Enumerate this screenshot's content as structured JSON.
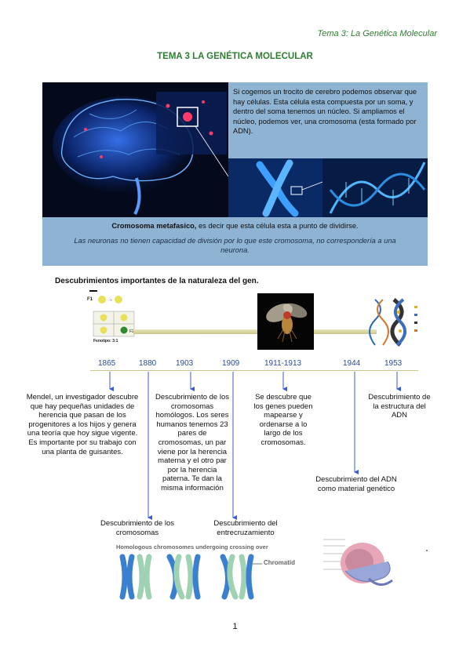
{
  "header": "Tema 3: La Genética Molecular",
  "title": "TEMA 3 LA GENÉTICA MOLECULAR",
  "intro_text": "Si cogemos un trocito de cerebro podemos observar que hay células. Esta célula esta compuesta por un soma, y dentro del soma tenemos un núcleo. Si ampliamos el núcleo, podemos ver, una cromosoma (esta formado por ADN).",
  "metaphase": {
    "term": "Cromosoma metafasico,",
    "rest": " es decir que esta célula esta a punto de dividirse."
  },
  "neuron_note": "Las neuronas no tienen capacidad de división por lo que este cromosoma, no correspondería a una neurona.",
  "section_title": "Descubrimientos importantes de la naturaleza del gen.",
  "punnett": {
    "f1": "F1",
    "f2": "F2",
    "phenotype": "Fenotipo: 3:1"
  },
  "timeline": {
    "years": [
      "1865",
      "1880",
      "1903",
      "1909",
      "1911-1913",
      "1944",
      "1953"
    ],
    "events": {
      "1865": "Mendel, un investigador descubre que hay pequeñas unidades de herencia que pasan de los progenitores a los hijos y genera una teoría que hoy sigue vigente. Es importante por su trabajo con una planta de guisantes.",
      "1880": "Descubrimiento de los cromosomas",
      "1903": "Descubrimiento de los cromosomas homólogos. Los seres humanos tenemos 23 pares de cromosomas, un par viene por la herencia materna y el otro par por la herencia paterna. Te dan la misma información",
      "1909": "Descubrimiento del entrecruzamiento",
      "1911": "Se descubre que los genes pueden mapearse y ordenarse a lo largo de los cromosomas.",
      "1944": "Descubrimiento del ADN como material genético",
      "1953": "Descubrimiento de la estructura del ADN"
    }
  },
  "crossing_caption": "Homologous chromosomes undergoing crossing over",
  "chromatid_label": "Chromatid",
  "page_number": "1",
  "colors": {
    "header_green": "#2e7d32",
    "box_blue": "#8fb3d2",
    "timeline_arrow": "#3b5bd6",
    "timeline_bar": "#d9d6a0"
  }
}
